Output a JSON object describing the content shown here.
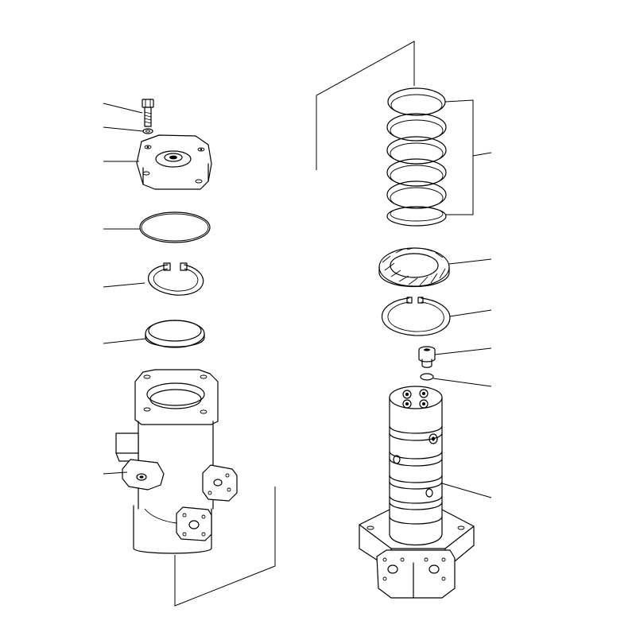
{
  "figure": {
    "background": "#ffffff",
    "line_color": "#000000",
    "left_assembly": [
      "bolt",
      "washer",
      "cover",
      "o-ring",
      "snap-ring",
      "seal",
      "swivel-body"
    ],
    "right_assembly": [
      "seal-ring-set",
      "bearing",
      "snap-ring",
      "plug",
      "o-ring",
      "rotor-shaft"
    ]
  }
}
